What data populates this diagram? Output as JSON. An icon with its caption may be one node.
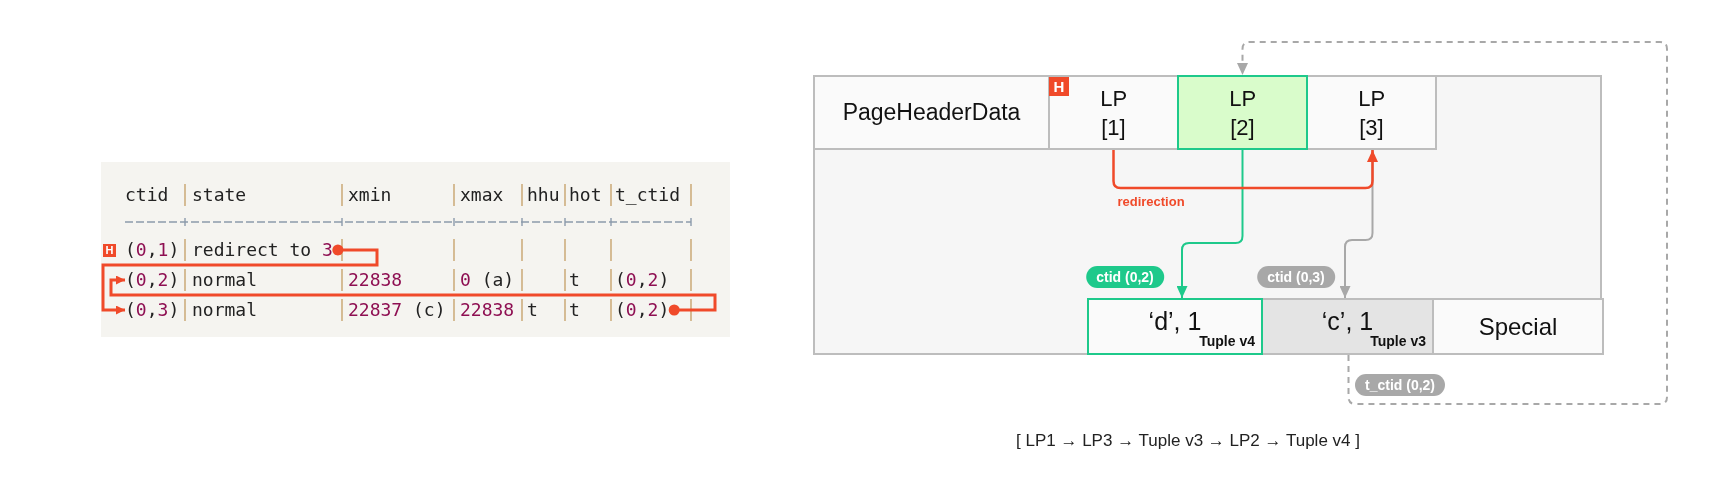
{
  "diagram": {
    "nodes": [
      {
        "text": [],
        "shape": "box"
      },
      {
        "text": [
          "redirect to 3"
        ],
        "in": 0
      },
      {
        "text": [
          "(0,2)"
        ],
        "in": 0
      },
      {
        "text": [
          "(0,3)"
        ],
        "in": 0
      },
      {
        "text": [
          "(0,2)"
        ],
        "in": 0
      },
      {
        "text": [],
        "shape": "box"
      },
      {
        "text": [
          "PageHeaderData"
        ],
        "in": 5
      },
      {
        "text": [
          "LP [1]"
        ],
        "in": 5
      },
      {
        "text": [
          "LP [2]"
        ],
        "in": 5
      },
      {
        "text": [
          "LP [3]"
        ],
        "in": 5
      },
      {
        "text": [
          "‘d’, 1",
          "Tuple v4"
        ],
        "in": 5
      },
      {
        "text": [
          "‘c’, 1",
          "Tuple v3"
        ],
        "in": 5
      },
      {
        "text": [
          "Special"
        ],
        "in": 5
      }
    ],
    "edges": [
      {
        "from": 1,
        "to": 3,
        "arrow": "to"
      },
      {
        "from": 4,
        "to": 2,
        "arrow": "to"
      },
      {
        "from": 7,
        "to": 9,
        "arrow": "to",
        "label": "redirection"
      },
      {
        "from": 8,
        "to": 10,
        "arrow": "to",
        "label": "ctid (0,2)",
        "color": "#1ec98b"
      },
      {
        "from": 9,
        "to": 11,
        "arrow": "to",
        "label": "ctid (0,3)",
        "color": "#a8a8a8"
      },
      {
        "from": 11,
        "to": 8,
        "arrow": "to",
        "label": "t_ctid (0,2)",
        "style": "dashed",
        "color": "#a8a8a8"
      }
    ],
    "labels": [
      "ctid",
      "state",
      "xmin",
      "xmax",
      "hhu",
      "hot",
      "t_ctid",
      "H",
      "(0,1)",
      "normal",
      "22838",
      "0 (a)",
      "t",
      "(0,2)",
      "normal",
      "22837 (c)",
      "22838",
      "t",
      "t",
      "H"
    ],
    "caption": "[ LP1 → LP3 → Tuple v3 → LP2 → Tuple v4 ]"
  }
}
